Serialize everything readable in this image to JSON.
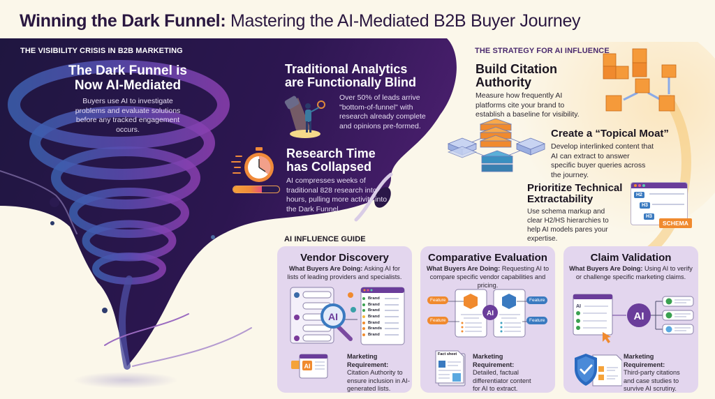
{
  "title": {
    "bold": "Winning the Dark Funnel:",
    "rest": " Mastering the AI-Mediated B2B Buyer Journey"
  },
  "visibility": {
    "section_label": "THE VISIBILITY CRISIS IN B2B MARKETING",
    "dark_funnel": {
      "heading": "The Dark Funnel is Now AI-Mediated",
      "body": "Buyers use AI to investigate problems and evaluate solutions before any tracked engagement occurs."
    },
    "analytics": {
      "heading": "Traditional Analytics are Functionally Blind",
      "body": "Over 50% of leads arrive \"bottom-of-funnel\" with research already complete and opinions pre-formed."
    },
    "research_time": {
      "heading": "Research Time has Collapsed",
      "body": "AI compresses weeks of traditional 828 research into hours, pulling more activity into the Dark Funnel.",
      "progress_fraction": 0.62
    }
  },
  "strategy": {
    "section_label": "THE STRATEGY FOR AI INFLUENCE",
    "items": [
      {
        "heading": "Build Citation Authority",
        "body": "Measure how frequently AI platforms cite your brand to establish a baseline for visibility."
      },
      {
        "heading": "Create a “Topical Moat”",
        "body": "Develop interlinked content that AI can extract to answer specific buyer queries across the journey."
      },
      {
        "heading": "Prioritize Technical Extractability",
        "body": "Use schema markup and clear H2/HS hierarchies to help AI models pares your expertise.",
        "schema_tags": [
          "H2",
          "H3",
          "H3"
        ],
        "schema_badge": "SCHEMA"
      }
    ]
  },
  "guide": {
    "section_label": "AI INFLUENCE GUIDE",
    "doing_prefix": "What Buyers Are Doing:",
    "req_prefix": "Marketing Requirement:",
    "cards": [
      {
        "title": "Vendor Discovery",
        "doing": " Asking AI for lists of leading providers and specialists.",
        "requirement": "Citation Authority to ensure inclusion in AI-generated lists.",
        "ai_label": "AI",
        "brand_list": [
          "Brand",
          "Brand",
          "Brand",
          "Brand",
          "Brand",
          "Brands",
          "Brand"
        ]
      },
      {
        "title": "Comparative Evaluation",
        "doing": " Requesting AI to compare specific vendor capabilities and pricing.",
        "requirement": "Detailed, factual differentiator content for AI to extract.",
        "ai_label": "AI",
        "feature_label": "Feature",
        "fact_sheet_label": "Fact sheet"
      },
      {
        "title": "Claim Validation",
        "doing": " Using AI to verify or challenge specific marketing claims.",
        "requirement": "Third-party citations and case studies to survive AI scrutiny.",
        "ai_label": "AI"
      }
    ]
  },
  "colors": {
    "dark_purple": "#2a1748",
    "accent_orange": "#f08a2e",
    "accent_blue": "#3d7fc4",
    "card_bg": "#e3d6ee",
    "ai_purple": "#6a3d9a"
  }
}
